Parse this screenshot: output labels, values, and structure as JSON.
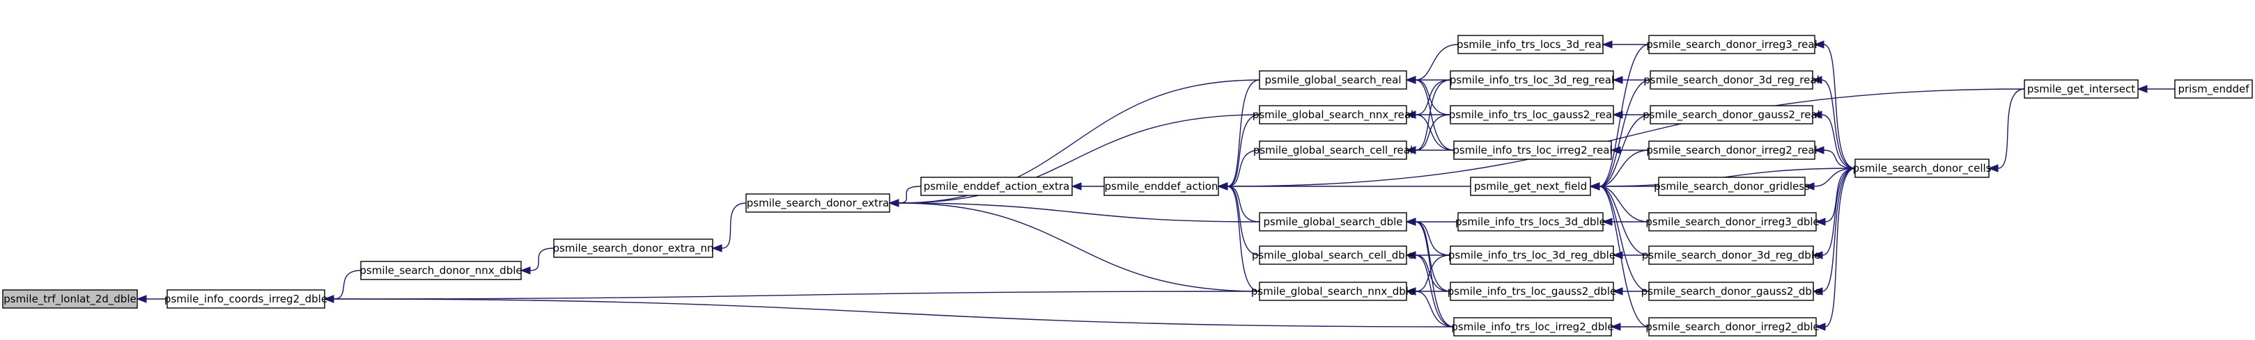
{
  "graph": {
    "edge_color": "#191970",
    "root_fill": "#bfbfbf",
    "nodes": [
      {
        "id": "trf",
        "label": "psmile_trf_lonlat_2d_dble",
        "root": true
      },
      {
        "id": "info_coords",
        "label": "psmile_info_coords_irreg2_dble"
      },
      {
        "id": "search_nnx",
        "label": "psmile_search_donor_nnx_dble"
      },
      {
        "id": "extra_nn",
        "label": "psmile_search_donor_extra_nn"
      },
      {
        "id": "extra",
        "label": "psmile_search_donor_extra"
      },
      {
        "id": "enddef_extra",
        "label": "psmile_enddef_action_extra"
      },
      {
        "id": "enddef_action",
        "label": "psmile_enddef_action"
      },
      {
        "id": "gs_real",
        "label": "psmile_global_search_real"
      },
      {
        "id": "gs_nnx_real",
        "label": "psmile_global_search_nnx_real"
      },
      {
        "id": "gs_cell_real",
        "label": "psmile_global_search_cell_real"
      },
      {
        "id": "gs_dble",
        "label": "psmile_global_search_dble"
      },
      {
        "id": "gs_cell_dble",
        "label": "psmile_global_search_cell_dble"
      },
      {
        "id": "gs_nnx_dble",
        "label": "psmile_global_search_nnx_dble"
      },
      {
        "id": "it_locs3d_real",
        "label": "psmile_info_trs_locs_3d_real"
      },
      {
        "id": "it_loc3dreg_real",
        "label": "psmile_info_trs_loc_3d_reg_real"
      },
      {
        "id": "it_gauss2_real",
        "label": "psmile_info_trs_loc_gauss2_real"
      },
      {
        "id": "it_irreg2_real",
        "label": "psmile_info_trs_loc_irreg2_real"
      },
      {
        "id": "get_next",
        "label": "psmile_get_next_field"
      },
      {
        "id": "it_locs3d_dble",
        "label": "psmile_info_trs_locs_3d_dble"
      },
      {
        "id": "it_loc3dreg_dble",
        "label": "psmile_info_trs_loc_3d_reg_dble"
      },
      {
        "id": "it_gauss2_dble",
        "label": "psmile_info_trs_loc_gauss2_dble"
      },
      {
        "id": "it_irreg2_dble",
        "label": "psmile_info_trs_loc_irreg2_dble"
      },
      {
        "id": "sd_irreg3_real",
        "label": "psmile_search_donor_irreg3_real"
      },
      {
        "id": "sd_3dreg_real",
        "label": "psmile_search_donor_3d_reg_real"
      },
      {
        "id": "sd_gauss2_real",
        "label": "psmile_search_donor_gauss2_real"
      },
      {
        "id": "sd_irreg2_real",
        "label": "psmile_search_donor_irreg2_real"
      },
      {
        "id": "sd_gridless",
        "label": "psmile_search_donor_gridless"
      },
      {
        "id": "sd_irreg3_dble",
        "label": "psmile_search_donor_irreg3_dble"
      },
      {
        "id": "sd_3dreg_dble",
        "label": "psmile_search_donor_3d_reg_dble"
      },
      {
        "id": "sd_gauss2_dble",
        "label": "psmile_search_donor_gauss2_dble"
      },
      {
        "id": "sd_irreg2_dble",
        "label": "psmile_search_donor_irreg2_dble"
      },
      {
        "id": "sd_cells",
        "label": "psmile_search_donor_cells"
      },
      {
        "id": "get_intersect",
        "label": "psmile_get_intersect"
      },
      {
        "id": "prism_enddef",
        "label": "prism_enddef"
      }
    ],
    "edges": [
      [
        "info_coords",
        "trf"
      ],
      [
        "search_nnx",
        "info_coords"
      ],
      [
        "gs_nnx_dble",
        "info_coords"
      ],
      [
        "it_irreg2_dble",
        "info_coords"
      ],
      [
        "extra_nn",
        "search_nnx"
      ],
      [
        "extra",
        "extra_nn"
      ],
      [
        "enddef_extra",
        "extra"
      ],
      [
        "gs_real",
        "extra"
      ],
      [
        "gs_nnx_real",
        "extra"
      ],
      [
        "gs_dble",
        "extra"
      ],
      [
        "gs_nnx_dble",
        "extra"
      ],
      [
        "enddef_action",
        "enddef_extra"
      ],
      [
        "gs_real",
        "enddef_action"
      ],
      [
        "gs_nnx_real",
        "enddef_action"
      ],
      [
        "gs_cell_real",
        "enddef_action"
      ],
      [
        "gs_dble",
        "enddef_action"
      ],
      [
        "gs_cell_dble",
        "enddef_action"
      ],
      [
        "gs_nnx_dble",
        "enddef_action"
      ],
      [
        "get_next",
        "enddef_action"
      ],
      [
        "get_intersect",
        "enddef_action"
      ],
      [
        "it_locs3d_real",
        "gs_real"
      ],
      [
        "it_loc3dreg_real",
        "gs_real"
      ],
      [
        "it_gauss2_real",
        "gs_real"
      ],
      [
        "it_irreg2_real",
        "gs_real"
      ],
      [
        "it_loc3dreg_real",
        "gs_nnx_real"
      ],
      [
        "it_gauss2_real",
        "gs_nnx_real"
      ],
      [
        "it_irreg2_real",
        "gs_nnx_real"
      ],
      [
        "it_loc3dreg_real",
        "gs_cell_real"
      ],
      [
        "it_gauss2_real",
        "gs_cell_real"
      ],
      [
        "it_irreg2_real",
        "gs_cell_real"
      ],
      [
        "it_locs3d_dble",
        "gs_dble"
      ],
      [
        "it_loc3dreg_dble",
        "gs_dble"
      ],
      [
        "it_gauss2_dble",
        "gs_dble"
      ],
      [
        "it_irreg2_dble",
        "gs_dble"
      ],
      [
        "it_loc3dreg_dble",
        "gs_cell_dble"
      ],
      [
        "it_gauss2_dble",
        "gs_cell_dble"
      ],
      [
        "it_irreg2_dble",
        "gs_cell_dble"
      ],
      [
        "it_loc3dreg_dble",
        "gs_nnx_dble"
      ],
      [
        "it_gauss2_dble",
        "gs_nnx_dble"
      ],
      [
        "it_irreg2_dble",
        "gs_nnx_dble"
      ],
      [
        "sd_irreg3_real",
        "it_locs3d_real"
      ],
      [
        "sd_3dreg_real",
        "it_loc3dreg_real"
      ],
      [
        "sd_gauss2_real",
        "it_gauss2_real"
      ],
      [
        "sd_irreg2_real",
        "it_irreg2_real"
      ],
      [
        "sd_irreg3_dble",
        "it_locs3d_dble"
      ],
      [
        "sd_3dreg_dble",
        "it_loc3dreg_dble"
      ],
      [
        "sd_gauss2_dble",
        "it_gauss2_dble"
      ],
      [
        "sd_irreg2_dble",
        "it_irreg2_dble"
      ],
      [
        "sd_irreg3_real",
        "get_next"
      ],
      [
        "sd_3dreg_real",
        "get_next"
      ],
      [
        "sd_gauss2_real",
        "get_next"
      ],
      [
        "sd_irreg2_real",
        "get_next"
      ],
      [
        "sd_gridless",
        "get_next"
      ],
      [
        "sd_irreg3_dble",
        "get_next"
      ],
      [
        "sd_3dreg_dble",
        "get_next"
      ],
      [
        "sd_gauss2_dble",
        "get_next"
      ],
      [
        "sd_irreg2_dble",
        "get_next"
      ],
      [
        "sd_cells",
        "get_next"
      ],
      [
        "sd_cells",
        "sd_irreg3_real"
      ],
      [
        "sd_cells",
        "sd_3dreg_real"
      ],
      [
        "sd_cells",
        "sd_gauss2_real"
      ],
      [
        "sd_cells",
        "sd_irreg2_real"
      ],
      [
        "sd_cells",
        "sd_gridless"
      ],
      [
        "sd_cells",
        "sd_irreg3_dble"
      ],
      [
        "sd_cells",
        "sd_3dreg_dble"
      ],
      [
        "sd_cells",
        "sd_gauss2_dble"
      ],
      [
        "sd_cells",
        "sd_irreg2_dble"
      ],
      [
        "get_intersect",
        "sd_cells"
      ],
      [
        "prism_enddef",
        "get_intersect"
      ]
    ]
  }
}
